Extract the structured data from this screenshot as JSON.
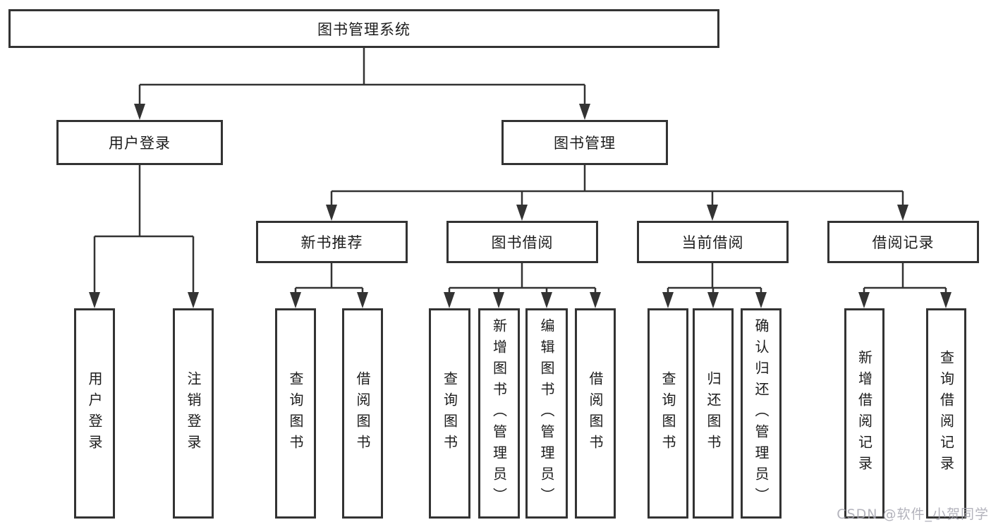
{
  "colors": {
    "line": "#333333",
    "box_border": "#333333",
    "background": "#ffffff",
    "watermark_gray": "#a6a6b0"
  },
  "tree": {
    "root": {
      "label": "图书管理系统"
    },
    "children": [
      {
        "label": "用户登录",
        "children": [
          {
            "label": "用户登录"
          },
          {
            "label": "注销登录"
          }
        ]
      },
      {
        "label": "图书管理",
        "children": [
          {
            "label": "新书推荐",
            "children": [
              {
                "label": "查询图书"
              },
              {
                "label": "借阅图书"
              }
            ]
          },
          {
            "label": "图书借阅",
            "children": [
              {
                "label": "查询图书"
              },
              {
                "label": "新增图书（管理员）"
              },
              {
                "label": "编辑图书（管理员）"
              },
              {
                "label": "借阅图书"
              }
            ]
          },
          {
            "label": "当前借阅",
            "children": [
              {
                "label": "查询图书"
              },
              {
                "label": "归还图书"
              },
              {
                "label": "确认归还（管理员）"
              }
            ]
          },
          {
            "label": "借阅记录",
            "children": [
              {
                "label": "新增借阅记录"
              },
              {
                "label": "查询借阅记录"
              }
            ]
          }
        ]
      }
    ]
  },
  "watermark": {
    "text": "CSDN @软件_小贺同学"
  }
}
